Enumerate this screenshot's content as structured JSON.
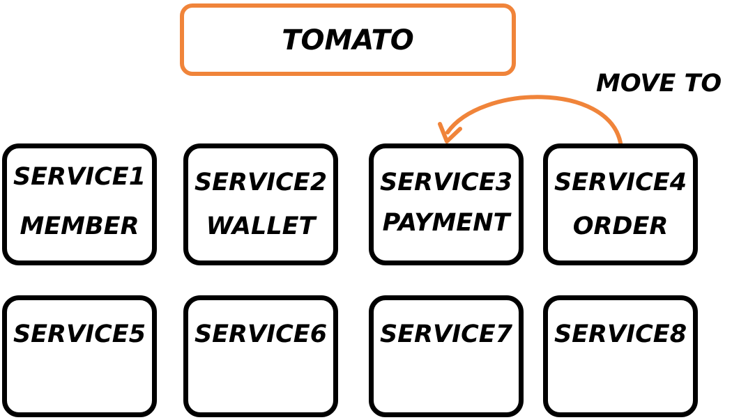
{
  "diagram": {
    "title": "TOMATO",
    "arrow_label": "MOVE TO",
    "colors": {
      "accent": "#f0843a",
      "box_border": "#000000",
      "background": "#ffffff"
    },
    "services": [
      {
        "name": "SERVICE1",
        "role": "MEMBER"
      },
      {
        "name": "SERVICE2",
        "role": "WALLET"
      },
      {
        "name": "SERVICE3",
        "role": "PAYMENT"
      },
      {
        "name": "SERVICE4",
        "role": "ORDER"
      },
      {
        "name": "SERVICE5",
        "role": ""
      },
      {
        "name": "SERVICE6",
        "role": ""
      },
      {
        "name": "SERVICE7",
        "role": ""
      },
      {
        "name": "SERVICE8",
        "role": ""
      }
    ],
    "arrow": {
      "from": "SERVICE4",
      "to": "SERVICE3"
    }
  }
}
